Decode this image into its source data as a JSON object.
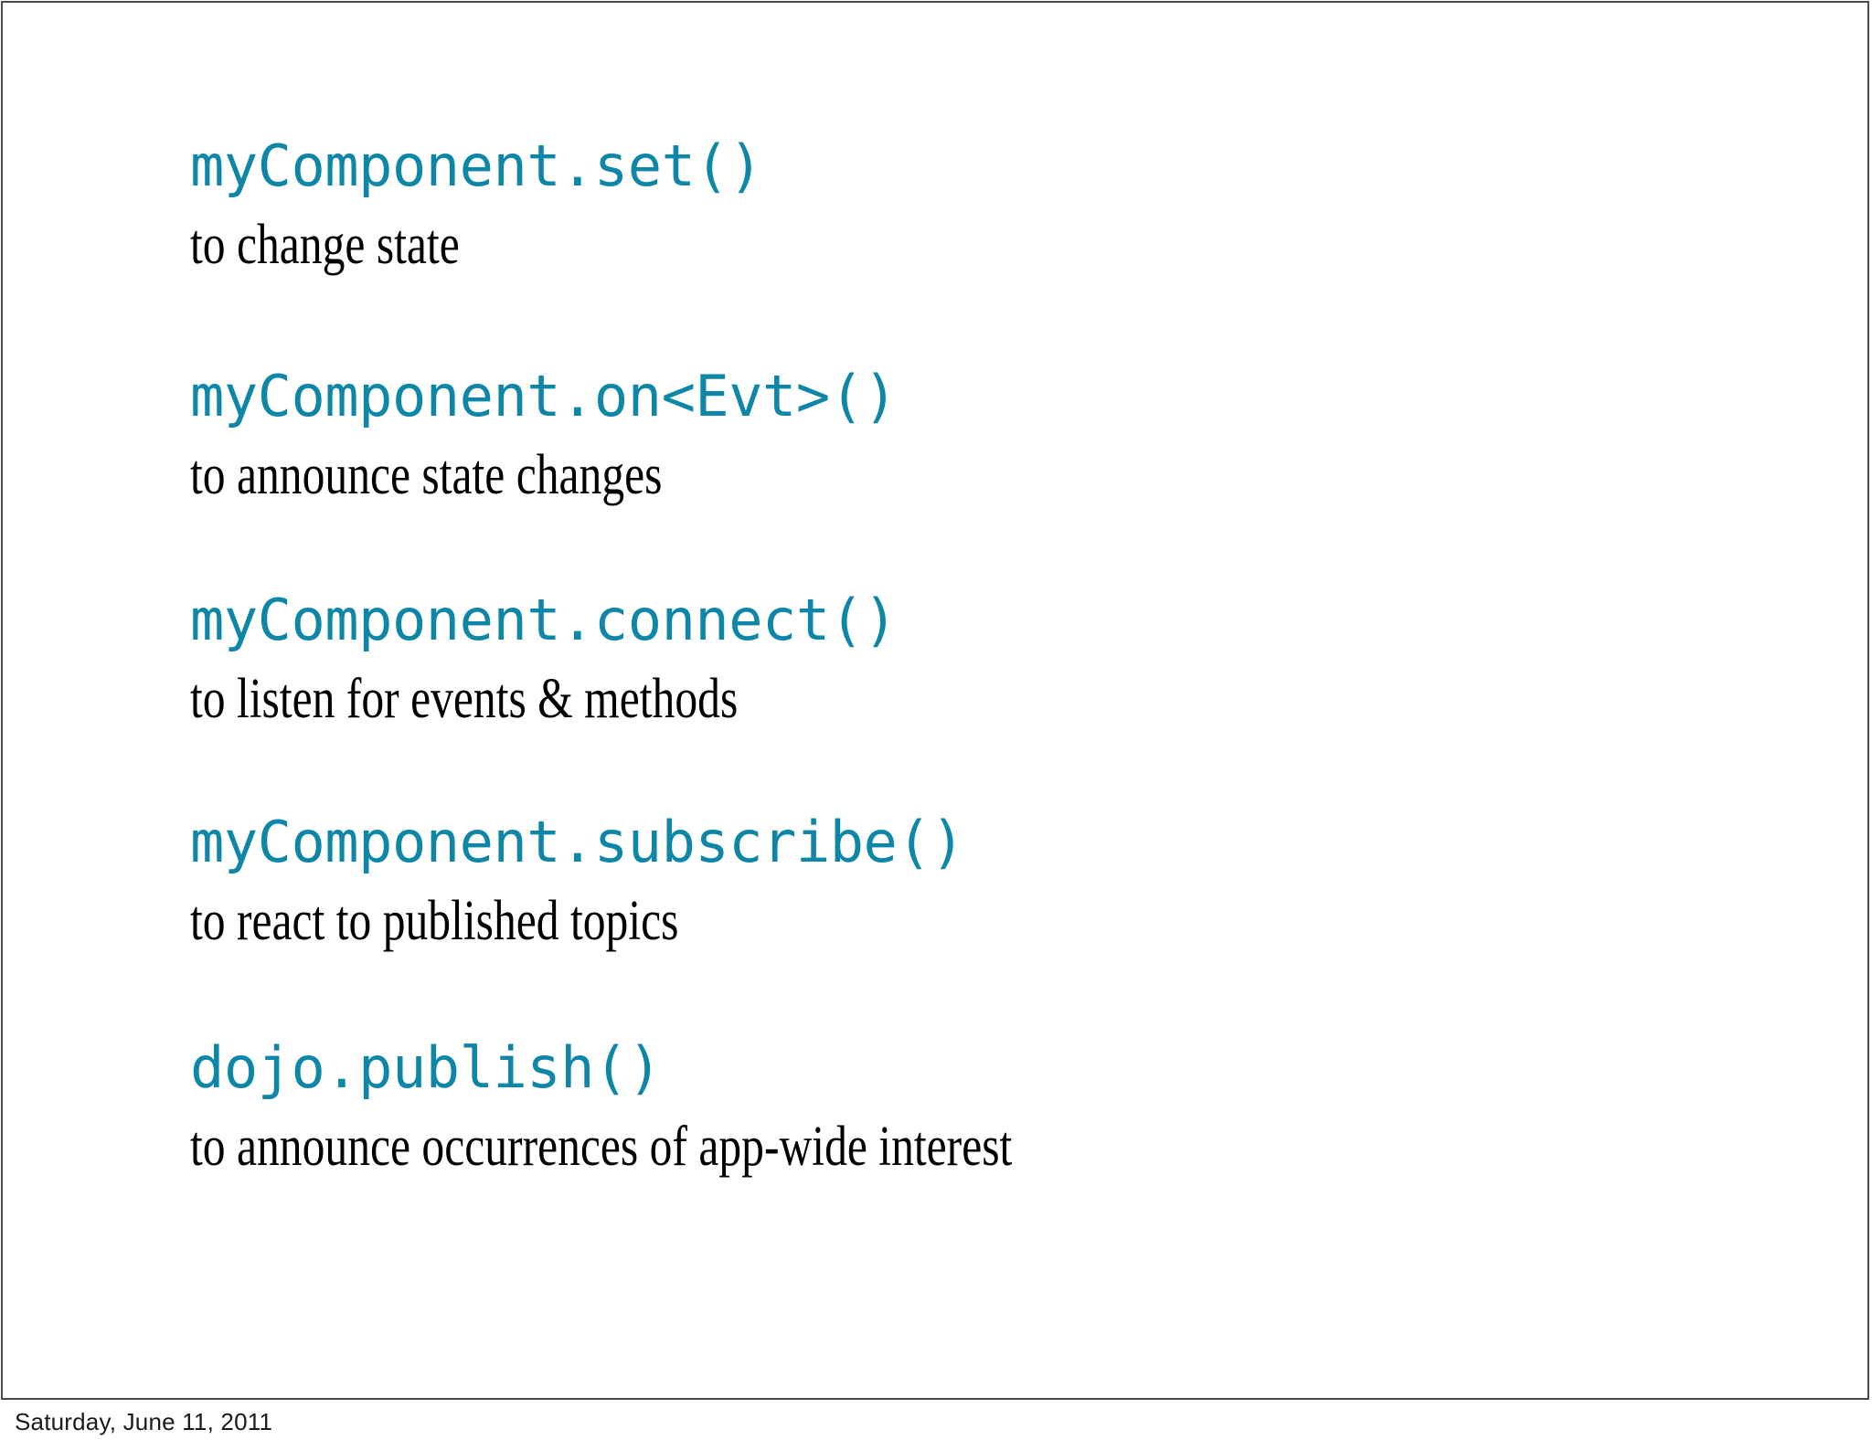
{
  "slide": {
    "background_color": "#ffffff",
    "border_color": "#4a4a4a",
    "accent_color": "#0e86a8",
    "text_color": "#000000",
    "bullets": [
      {
        "api": "myComponent.set()",
        "description": "to change state"
      },
      {
        "api": "myComponent.on<Evt>()",
        "description": "to announce state changes"
      },
      {
        "api": "myComponent.connect()",
        "description": "to listen for events & methods"
      },
      {
        "api": "myComponent.subscribe()",
        "description": "to react to published topics"
      },
      {
        "api": "dojo.publish()",
        "description": "to announce occurrences of app-wide interest"
      }
    ]
  },
  "footer": {
    "date": "Saturday, June 11, 2011"
  }
}
